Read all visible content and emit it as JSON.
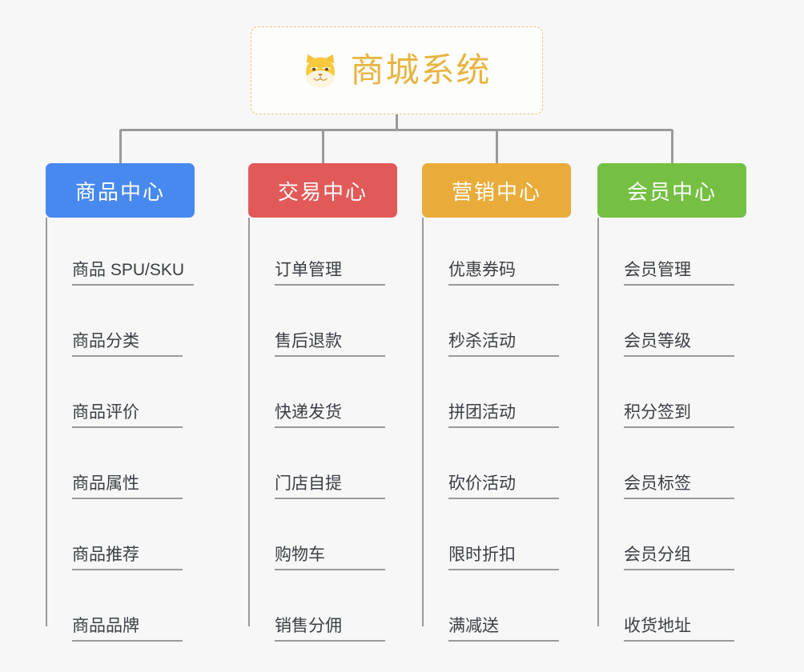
{
  "diagram": {
    "type": "mindmap",
    "background_color": "#f7f7f7",
    "root": {
      "title": "商城系统",
      "icon": "shiba-dog-icon",
      "text_color": "#e8b441",
      "border_color": "#edc479",
      "background_color": "#fdfdfb"
    },
    "connector_color": "#9a9a9a",
    "branches": [
      {
        "label": "商品中心",
        "color": "#4889f0",
        "items": [
          "商品 SPU/SKU",
          "商品分类",
          "商品评价",
          "商品属性",
          "商品推荐",
          "商品品牌"
        ]
      },
      {
        "label": "交易中心",
        "color": "#e25a58",
        "items": [
          "订单管理",
          "售后退款",
          "快递发货",
          "门店自提",
          "购物车",
          "销售分佣"
        ]
      },
      {
        "label": "营销中心",
        "color": "#e9ab3a",
        "items": [
          "优惠券码",
          "秒杀活动",
          "拼团活动",
          "砍价活动",
          "限时折扣",
          "满减送"
        ]
      },
      {
        "label": "会员中心",
        "color": "#75c043",
        "items": [
          "会员管理",
          "会员等级",
          "积分签到",
          "会员标签",
          "会员分组",
          "收货地址"
        ]
      }
    ]
  }
}
